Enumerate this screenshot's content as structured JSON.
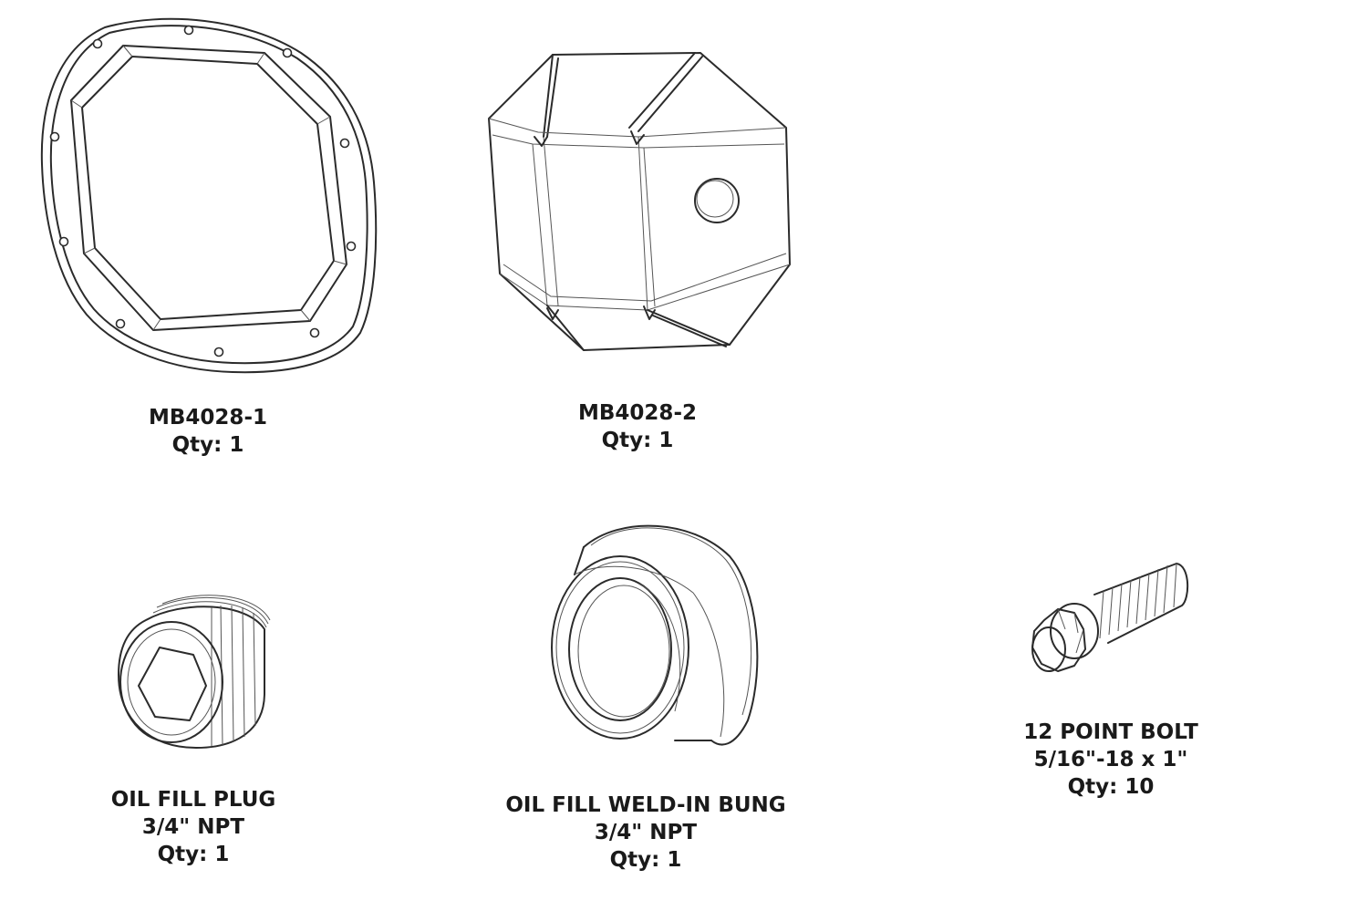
{
  "parts": [
    {
      "id": "cover-gasket",
      "lines": [
        "MB4028-1",
        "Qty: 1"
      ]
    },
    {
      "id": "cover-shell",
      "lines": [
        "MB4028-2",
        "Qty: 1"
      ]
    },
    {
      "id": "oil-fill-plug",
      "lines": [
        "OIL FILL PLUG",
        "3/4\" NPT",
        "Qty: 1"
      ]
    },
    {
      "id": "weld-in-bung",
      "lines": [
        "OIL FILL WELD-IN BUNG",
        "3/4\" NPT",
        "Qty: 1"
      ]
    },
    {
      "id": "twelve-point-bolt",
      "lines": [
        "12 POINT BOLT",
        "5/16\"-18 x 1\"",
        "Qty: 10"
      ]
    }
  ],
  "colors": {
    "line": "#2b2b2b",
    "text": "#1a1a1a",
    "background": "#ffffff"
  }
}
